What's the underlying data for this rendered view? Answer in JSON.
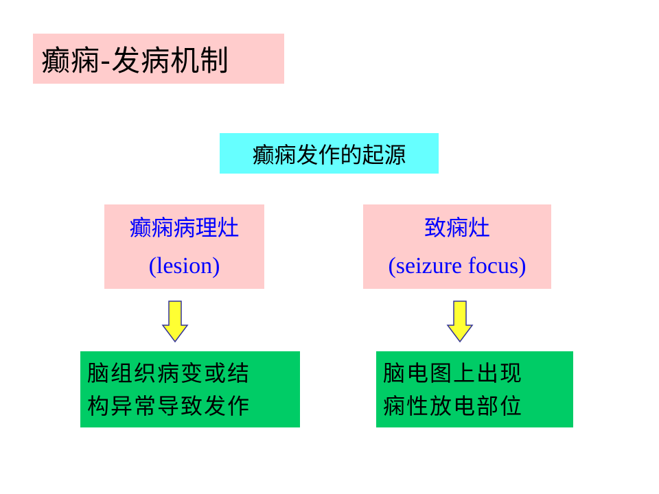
{
  "slide": {
    "title": "癫痫-发病机制"
  },
  "origin": {
    "label": "癫痫发作的起源"
  },
  "branches": [
    {
      "name_cn": "癫痫病理灶",
      "name_en": "(lesion)",
      "result_lines": [
        "脑组织病变或结",
        "构异常导致发作"
      ]
    },
    {
      "name_cn": "致痫灶",
      "name_en": "(seizure focus)",
      "result_lines": [
        "脑电图上出现",
        "痫性放电部位"
      ]
    }
  ],
  "colors": {
    "title_bg": "#ffcccc",
    "origin_bg": "#66ffff",
    "branch_bg": "#ffcccc",
    "branch_text": "#0000ff",
    "result_bg": "#00cc66",
    "arrow_fill": "#ffff33"
  },
  "icons": {
    "arrow": "down-arrow-icon"
  }
}
